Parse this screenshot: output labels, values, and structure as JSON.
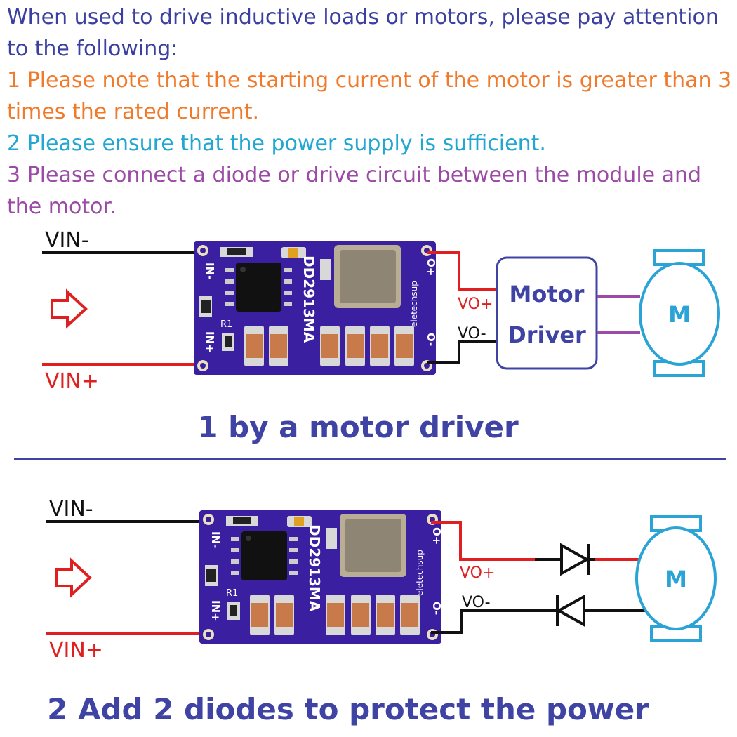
{
  "notes": {
    "intro": "When used to drive inductive loads or motors, please pay attention to the following:",
    "item1": "1 Please note that the starting current of the motor is greater than 3 times the rated current.",
    "item2": "2 Please ensure that the power supply is sufficient.",
    "item3": "3 Please connect a diode or drive circuit between the module and the motor."
  },
  "diagram1": {
    "vin_minus": "VIN-",
    "vin_plus": "VIN+",
    "vo_plus": "VO+",
    "vo_minus": "VO-",
    "driver_line1": "Motor",
    "driver_line2": "Driver",
    "motor_label": "M",
    "caption": "1 by a motor driver"
  },
  "diagram2": {
    "vin_minus": "VIN-",
    "vin_plus": "VIN+",
    "vo_plus": "VO+",
    "vo_minus": "VO-",
    "motor_label": "M",
    "caption": "2 Add 2 diodes to protect the power"
  },
  "module": {
    "chip_label": "DD2913MA",
    "brand": "eletechsup",
    "pin_in_minus": "IN-",
    "pin_in_plus": "IN+",
    "pin_out_plus": "O+",
    "pin_out_minus": "O-",
    "resistor": "R1"
  },
  "colors": {
    "intro": "#3b3fa0",
    "item1": "#f07a2a",
    "item2": "#22a7d3",
    "item3": "#9b4aa6",
    "pcb": "#3a1fa0",
    "wire_red": "#e02020",
    "wire_black": "#111111",
    "wire_purple": "#9b4aa6",
    "motor_blue": "#2aa3d6",
    "caption": "#3f44a4"
  }
}
